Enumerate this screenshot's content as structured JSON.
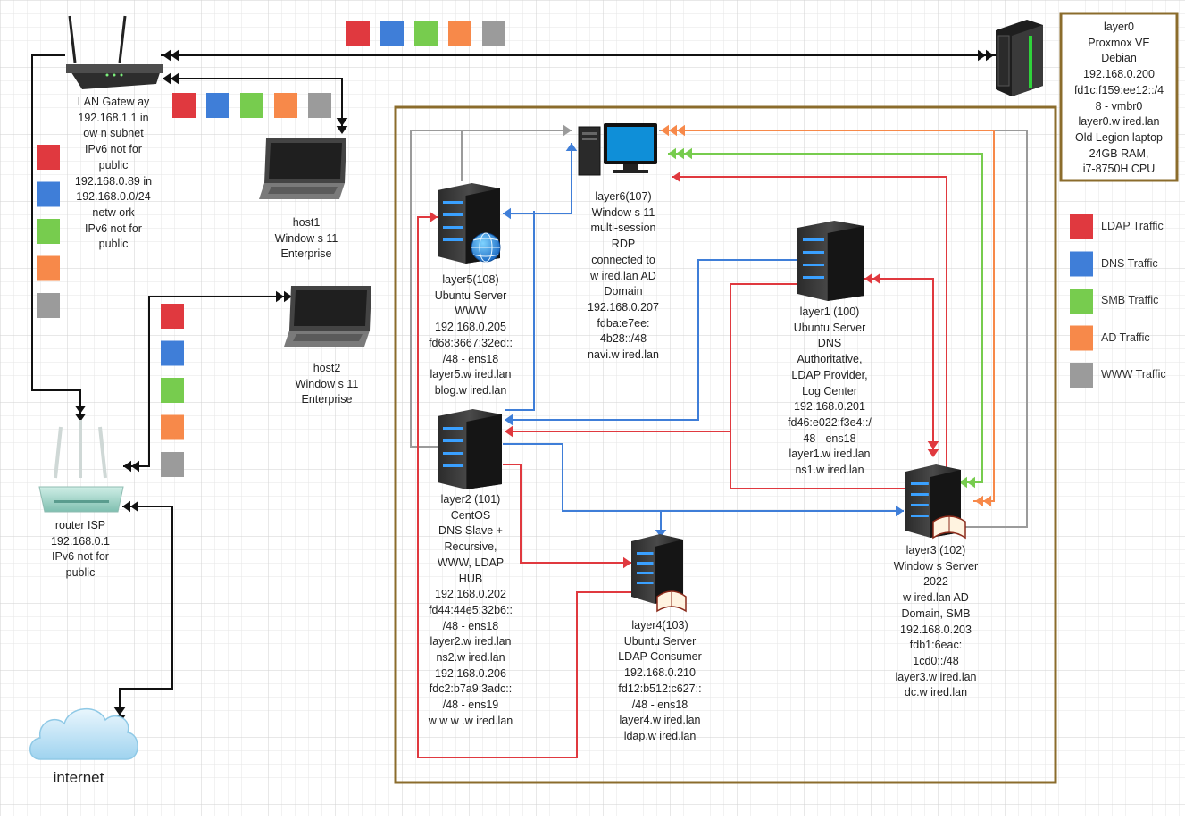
{
  "colors": {
    "ldap": "#e0393f",
    "dns": "#3f7ed8",
    "smb": "#77cc4e",
    "ad": "#f7894a",
    "www": "#9b9b9b",
    "frame": "#8b6c2c",
    "black": "#111111"
  },
  "legend": [
    {
      "label": "LDAP Traffic",
      "color": "#e0393f"
    },
    {
      "label": "DNS Traffic",
      "color": "#3f7ed8"
    },
    {
      "label": "SMB Traffic",
      "color": "#77cc4e"
    },
    {
      "label": "AD Traffic",
      "color": "#f7894a"
    },
    {
      "label": "WWW Traffic",
      "color": "#9b9b9b"
    }
  ],
  "nodes": {
    "gateway": {
      "icon": "router-icon",
      "lines": [
        "LAN Gatew ay",
        "192.168.1.1 in",
        "ow n subnet",
        "IPv6 not for",
        "public",
        "192.168.0.89 in",
        "192.168.0.0/24",
        "netw ork",
        "IPv6 not for",
        "public"
      ]
    },
    "host1": {
      "icon": "laptop-icon",
      "lines": [
        "host1",
        "Window s 11",
        "Enterprise"
      ]
    },
    "host2": {
      "icon": "laptop-icon",
      "lines": [
        "host2",
        "Window s 11",
        "Enterprise"
      ]
    },
    "routerIsp": {
      "icon": "wifi-router-icon",
      "lines": [
        "router ISP",
        "192.168.0.1",
        "IPv6 not for",
        "public"
      ]
    },
    "internet": {
      "icon": "cloud-icon",
      "lines": [
        "internet"
      ]
    },
    "layer0": {
      "icon": "server-rack-icon",
      "lines": [
        "layer0",
        "Proxmox VE",
        "Debian",
        "192.168.0.200",
        "fd1c:f159:ee12::/4",
        "8 - vmbr0",
        "layer0.w ired.lan",
        "Old Legion laptop",
        "24GB RAM,",
        "i7-8750H CPU"
      ]
    },
    "layer6": {
      "icon": "desktop-icon",
      "lines": [
        "layer6(107)",
        "Window s 11",
        "multi-session",
        "RDP",
        "connected to",
        "w ired.lan AD",
        "Domain",
        "192.168.0.207",
        "fdba:e7ee:",
        "4b28::/48",
        "navi.w ired.lan"
      ]
    },
    "layer5": {
      "icon": "web-server-icon",
      "lines": [
        "layer5(108)",
        "Ubuntu Server",
        "WWW",
        "192.168.0.205",
        "fd68:3667:32ed::",
        "/48 - ens18",
        "layer5.w ired.lan",
        "blog.w ired.lan"
      ]
    },
    "layer1": {
      "icon": "server-icon",
      "lines": [
        "layer1 (100)",
        "Ubuntu Server",
        "DNS",
        "Authoritative,",
        "LDAP Provider,",
        "Log Center",
        "192.168.0.201",
        "fd46:e022:f3e4::/",
        "48 - ens18",
        "layer1.w ired.lan",
        "ns1.w ired.lan"
      ]
    },
    "layer2": {
      "icon": "server-icon",
      "lines": [
        "layer2 (101)",
        "CentOS",
        "DNS Slave +",
        "Recursive,",
        "WWW, LDAP",
        "HUB",
        "192.168.0.202",
        "fd44:44e5:32b6::",
        "/48 - ens18",
        "layer2.w ired.lan",
        "ns2.w ired.lan",
        "192.168.0.206",
        "fdc2:b7a9:3adc::",
        "/48 - ens19",
        "w w w .w ired.lan"
      ]
    },
    "layer4": {
      "icon": "directory-server-icon",
      "lines": [
        "layer4(103)",
        "Ubuntu Server",
        "LDAP Consumer",
        "192.168.0.210",
        "fd12:b512:c627::",
        "/48 - ens18",
        "layer4.w ired.lan",
        "ldap.w ired.lan"
      ]
    },
    "layer3": {
      "icon": "directory-server-icon",
      "lines": [
        "layer3 (102)",
        "Window s Server",
        "2022",
        "w ired.lan AD",
        "Domain, SMB",
        "192.168.0.203",
        "fdb1:6eac:",
        "1cd0::/48",
        "layer3.w ired.lan",
        "dc.w ired.lan"
      ]
    }
  }
}
